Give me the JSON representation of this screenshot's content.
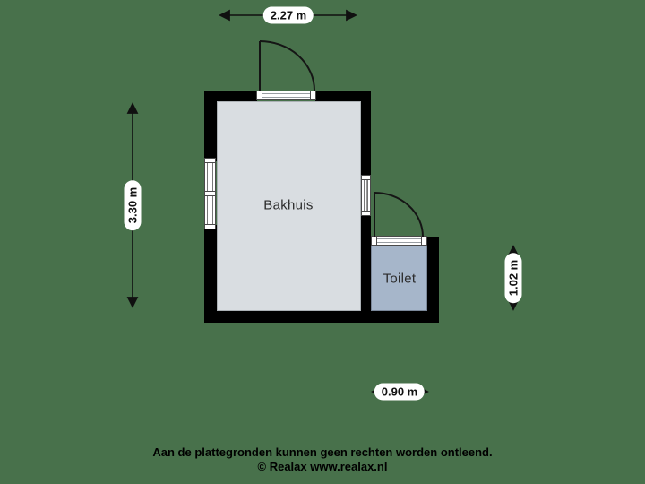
{
  "colors": {
    "background": "#48714b",
    "wall": "#000000",
    "bakhuis_floor": "#d9dde1",
    "toilet_floor": "#a6b6ca",
    "label_text": "#2b2b2b",
    "pill_bg": "#ffffff"
  },
  "plan": {
    "rooms": [
      {
        "name": "Bakhuis"
      },
      {
        "name": "Toilet"
      }
    ],
    "dimensions": {
      "width_top": "2.27 m",
      "height_left": "3.30 m",
      "toilet_height_right": "1.02 m",
      "toilet_width_bottom": "0.90 m"
    }
  },
  "footer": {
    "disclaimer": "Aan de plattegronden kunnen geen rechten worden ontleend.",
    "credit": "© Realax www.realax.nl"
  }
}
